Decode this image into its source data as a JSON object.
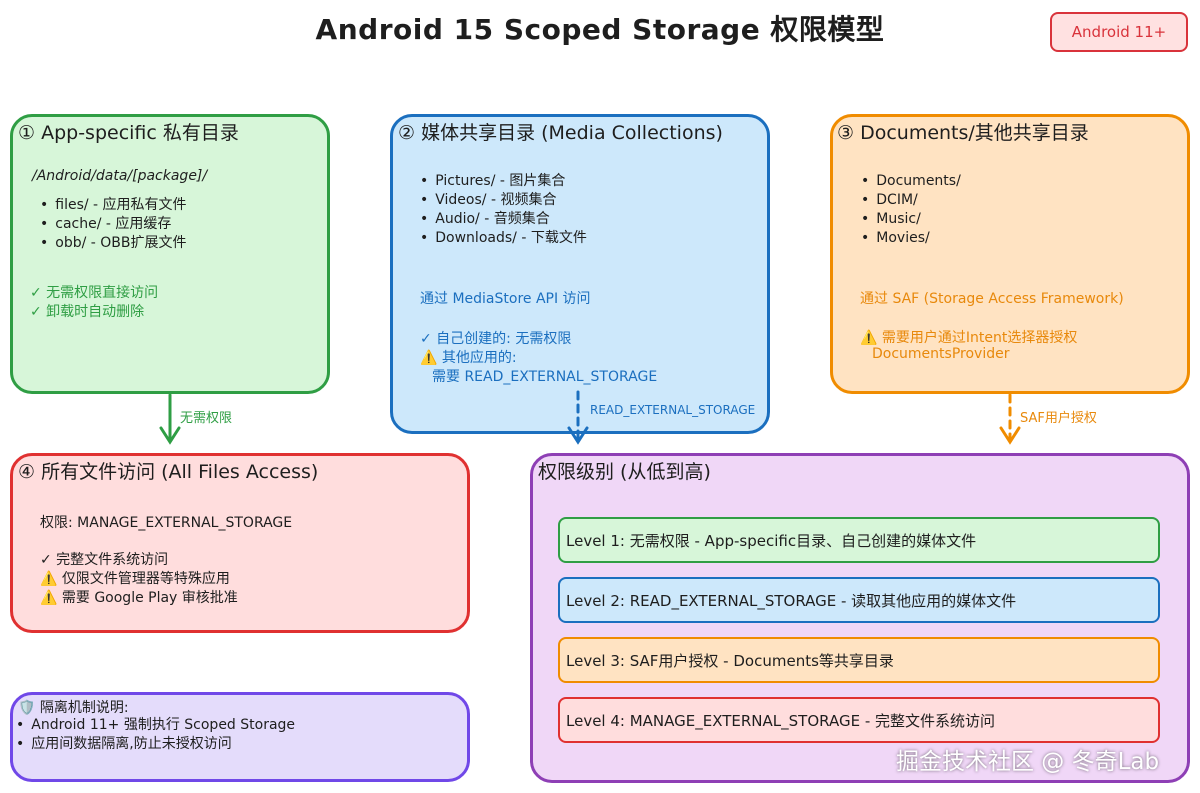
{
  "title": "Android 15 Scoped Storage 权限模型",
  "badge": "Android 11+",
  "box1": {
    "title": "① App-specific 私有目录",
    "path": "/Android/data/[package]/",
    "items": [
      "files/ - 应用私有文件",
      "cache/ - 应用缓存",
      "obb/ - OBB扩展文件"
    ],
    "note1": "✓ 无需权限直接访问",
    "note2": "✓ 卸载时自动删除"
  },
  "box2": {
    "title": "② 媒体共享目录 (Media Collections)",
    "items": [
      "Pictures/ - 图片集合",
      "Videos/ - 视频集合",
      "Audio/ - 音频集合",
      "Downloads/ - 下载文件"
    ],
    "api": "通过 MediaStore API 访问",
    "note1": "✓ 自己创建的: 无需权限",
    "note2": "⚠️ 其他应用的:",
    "note3": "需要 READ_EXTERNAL_STORAGE"
  },
  "box3": {
    "title": "③ Documents/其他共享目录",
    "items": [
      "Documents/",
      "DCIM/",
      "Music/",
      "Movies/"
    ],
    "api": "通过 SAF (Storage Access Framework)",
    "note1": "⚠️ 需要用户通过Intent选择器授权",
    "note2": "DocumentsProvider"
  },
  "box4": {
    "title": "④ 所有文件访问 (All Files Access)",
    "perm": "权限: MANAGE_EXTERNAL_STORAGE",
    "note1": "✓ 完整文件系统访问",
    "note2": "⚠️ 仅限文件管理器等特殊应用",
    "note3": "⚠️ 需要 Google Play 审核批准"
  },
  "box5": {
    "title": "权限级别 (从低到高)",
    "levels": [
      "Level 1: 无需权限 - App-specific目录、自己创建的媒体文件",
      "Level 2: READ_EXTERNAL_STORAGE - 读取其他应用的媒体文件",
      "Level 3: SAF用户授权 - Documents等共享目录",
      "Level 4: MANAGE_EXTERNAL_STORAGE - 完整文件系统访问"
    ]
  },
  "box6": {
    "title": "🛡️ 隔离机制说明:",
    "items": [
      "Android 11+ 强制执行 Scoped Storage",
      "应用间数据隔离,防止未授权访问"
    ]
  },
  "arrows": {
    "a1": "无需权限",
    "a2": "READ_EXTERNAL_STORAGE",
    "a3": "SAF用户授权"
  },
  "watermark": "掘金技术社区 @ 冬奇Lab",
  "colors": {
    "green": "#2f9e44",
    "blue": "#1b6fbf",
    "orange": "#f08c00",
    "red": "#e03131",
    "purple": "#8e3fb5"
  }
}
